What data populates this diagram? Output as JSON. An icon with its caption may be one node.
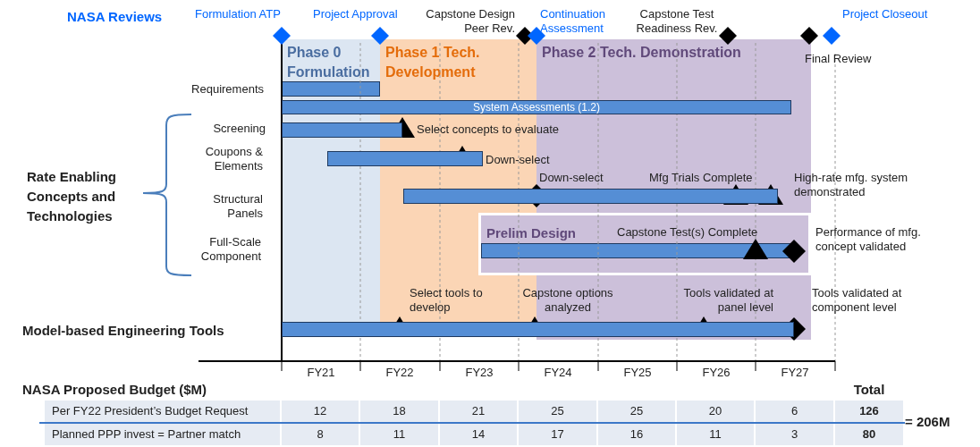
{
  "diagram": {
    "nodes": [
      {
        "text": [
          "Phase 0 Formulation"
        ]
      },
      {
        "text": [
          "Phase 1 Tech. Development"
        ]
      },
      {
        "text": [
          "Phase 2 Tech. Demonstration"
        ]
      },
      {
        "text": [
          "System Assessments (1.2)"
        ]
      },
      {
        "text": [
          "Prelim Design"
        ]
      },
      {
        "text": [],
        "shape": "bar",
        "in": 0
      },
      {
        "text": [],
        "shape": "bar"
      },
      {
        "text": [],
        "shape": "bar"
      },
      {
        "text": [],
        "shape": "bar"
      },
      {
        "text": [],
        "shape": "bar",
        "in": 4
      },
      {
        "text": [],
        "shape": "bar"
      }
    ],
    "labels": [
      "NASA Reviews",
      "Formulation ATP",
      "Project Approval",
      "Capstone Design Peer Rev.",
      "Continuation Assessment",
      "Capstone Test Readiness Rev.",
      "Project Closeout",
      "Final Review",
      "Requirements",
      "Screening",
      "Select concepts to evaluate",
      "Coupons & Elements",
      "Down-select",
      "Rate Enabling Concepts and Technologies",
      "Down-select",
      "Mfg Trials Complete",
      "High-rate mfg. system demonstrated",
      "Structural Panels",
      "Full-Scale Component",
      "Capstone Test(s) Complete",
      "Performance of mfg. concept validated",
      "Select tools to develop",
      "Capstone options analyzed",
      "Tools validated at panel level",
      "Tools validated at component level",
      "Model-based Engineering Tools",
      "FY21",
      "FY22",
      "FY23",
      "FY24",
      "FY25",
      "FY26",
      "FY27",
      "NASA Proposed Budget ($M)",
      "Total",
      "Per FY22 President’s Budget Request",
      "12",
      "18",
      "21",
      "25",
      "25",
      "20",
      "6",
      "126",
      "= 206M",
      "Planned PPP invest = Partner match",
      "8",
      "11",
      "14",
      "17",
      "16",
      "11",
      "3",
      "80"
    ]
  }
}
